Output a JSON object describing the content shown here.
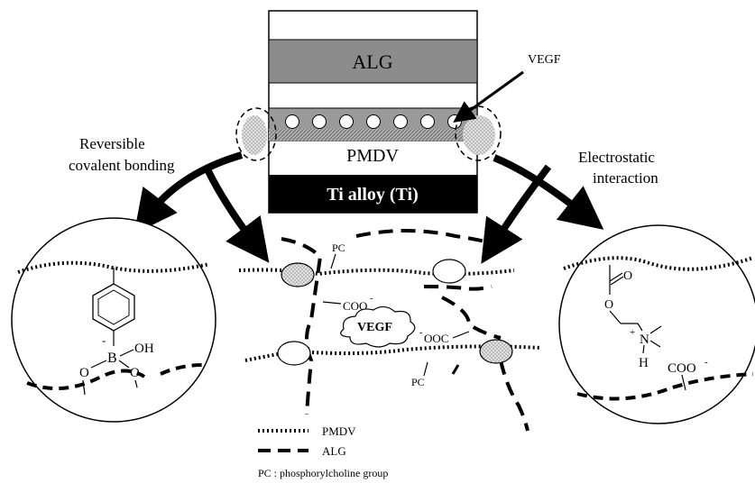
{
  "layers": {
    "alg": "ALG",
    "pmdv": "PMDV",
    "substrate": "Ti alloy (Ti)"
  },
  "callouts": {
    "vegf": "VEGF",
    "left": [
      "Reversible",
      "covalent bonding"
    ],
    "right": [
      "Electrostatic",
      "interaction"
    ]
  },
  "network": {
    "pc_top": "PC",
    "pc_bottom": "PC",
    "coo": "COO",
    "coo_charge": "-",
    "ooc": "OOC",
    "ooc_charge": "-",
    "vegf": "VEGF"
  },
  "left_detail": {
    "boron": "B",
    "boron_charge": "-",
    "hydroxyl": "OH",
    "oxygen_left": "O",
    "oxygen_right": "O"
  },
  "right_detail": {
    "carbonyl_o": "O",
    "ester_o": "O",
    "nitrogen": "N",
    "n_charge": "+",
    "hydrogen": "H",
    "coo": "COO",
    "coo_charge": "-"
  },
  "legend": {
    "pmdv": "PMDV",
    "alg": "ALG",
    "pc_note": "PC : phosphorylcholine group"
  },
  "colors": {
    "ink": "#000000",
    "alg_layer": "#8c8c8c",
    "pmdv_vegf_layer": "#a0a0a0",
    "substrate": "#000000",
    "gray_blob": "#c8c8c8"
  }
}
